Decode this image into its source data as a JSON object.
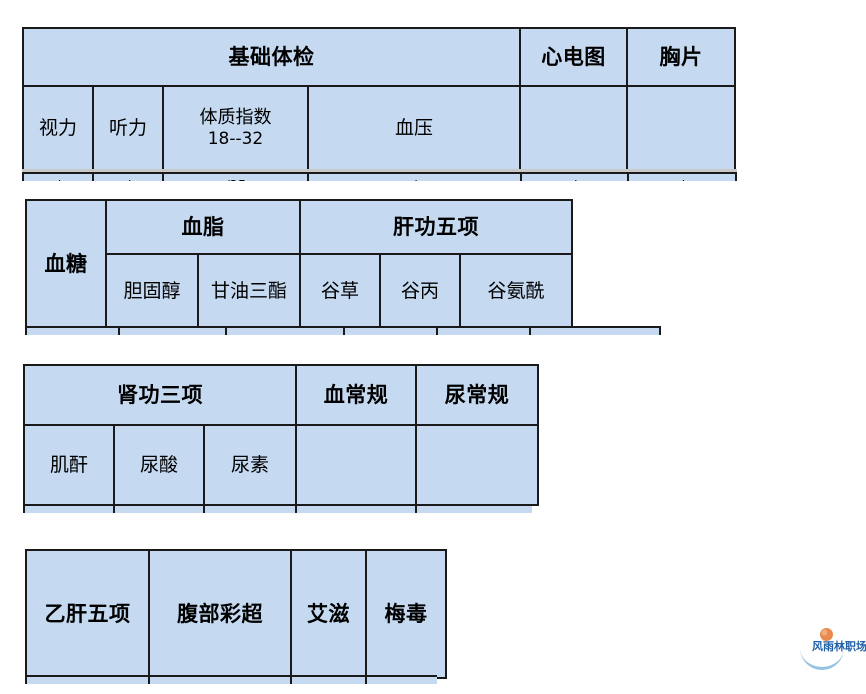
{
  "document": {
    "title": "体检项目表",
    "cell_fill_color": "#c5d9f1",
    "border_color": "#1a1a1a",
    "background_color": "#ffffff"
  },
  "tables": [
    {
      "name": "basic-exam-table",
      "header_row": [
        {
          "label": "基础体检",
          "colspan": 4
        },
        {
          "label": "心电图",
          "colspan": 1
        },
        {
          "label": "胸片",
          "colspan": 1
        }
      ],
      "sub_row": [
        {
          "label": "视力"
        },
        {
          "label": "听力"
        },
        {
          "label": "体质指数",
          "range": "18--32"
        },
        {
          "label": "血压"
        },
        {
          "label": ""
        },
        {
          "label": ""
        }
      ]
    },
    {
      "name": "blood-chem-table",
      "header_row": [
        {
          "label": "血糖",
          "colspan": 1,
          "rowspan": 2
        },
        {
          "label": "血脂",
          "colspan": 2
        },
        {
          "label": "肝功五项",
          "colspan": 3
        }
      ],
      "sub_row": [
        {
          "label": "胆固醇"
        },
        {
          "label": "甘油三酯"
        },
        {
          "label": "谷草"
        },
        {
          "label": "谷丙"
        },
        {
          "label": "谷氨酰"
        }
      ]
    },
    {
      "name": "kidney-routine-table",
      "header_row": [
        {
          "label": "肾功三项",
          "colspan": 3
        },
        {
          "label": "血常规",
          "colspan": 1
        },
        {
          "label": "尿常规",
          "colspan": 1
        }
      ],
      "sub_row": [
        {
          "label": "肌酐"
        },
        {
          "label": "尿酸"
        },
        {
          "label": "尿素"
        },
        {
          "label": ""
        },
        {
          "label": ""
        }
      ]
    },
    {
      "name": "serology-ultrasound-table",
      "header_row": [
        {
          "label": "乙肝五项",
          "colspan": 1
        },
        {
          "label": "腹部彩超",
          "colspan": 1
        },
        {
          "label": "艾滋",
          "colspan": 1
        },
        {
          "label": "梅毒",
          "colspan": 1
        }
      ]
    }
  ],
  "watermark": {
    "text": "风雨林职场",
    "crescent_color": "#2f7fc1",
    "dot_color": "#e98a4e"
  }
}
